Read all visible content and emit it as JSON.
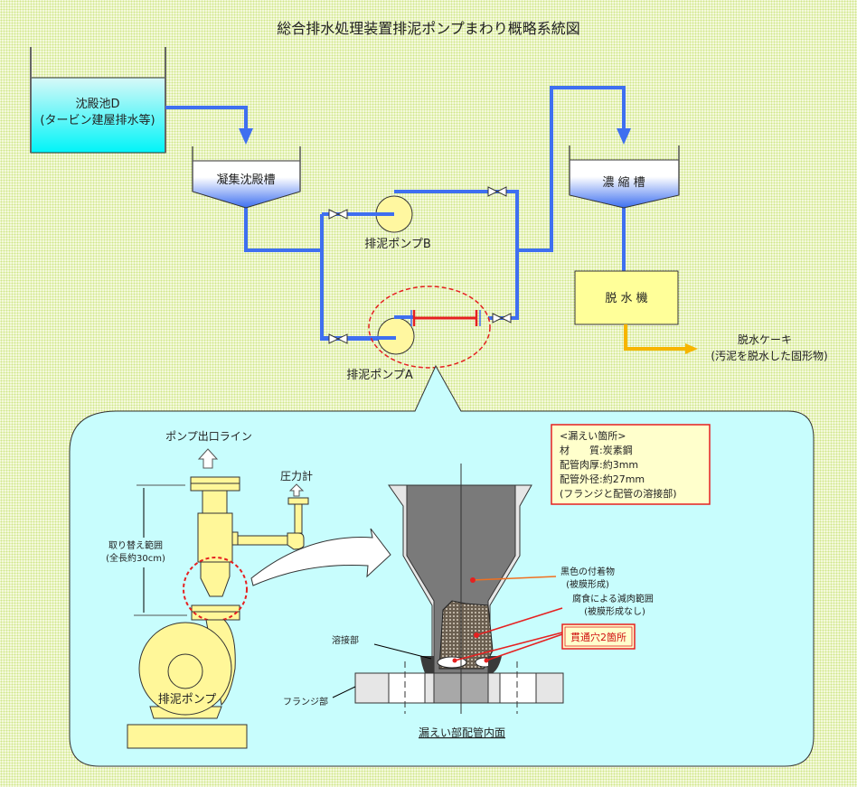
{
  "title": "総合排水処理装置排泥ポンプまわり概略系統図",
  "colors": {
    "pipe": "#3f6ff0",
    "cake_line": "#f7b500",
    "highlight_red": "#e52020",
    "pump_fill": "#fff7a0",
    "detail_bg": "#c8fdfd",
    "note_bg": "#ffffcc"
  },
  "system": {
    "sedimentation_pond": {
      "line1": "沈殿池D",
      "line2": "(タービン建屋排水等)"
    },
    "coagulation_tank": "凝集沈殿槽",
    "thickening_tank": "濃 縮 槽",
    "dewatering_machine": "脱 水 機",
    "pump_a": "排泥ポンプA",
    "pump_b": "排泥ポンプB",
    "cake": {
      "line1": "脱水ケーキ",
      "line2": "(汚泥を脱水した固形物)"
    }
  },
  "detail": {
    "pump_outlet_line": "ポンプ出口ライン",
    "pressure_gauge": "圧力計",
    "replace_range": {
      "line1": "取り替え範囲",
      "line2": "(全長約30cm)"
    },
    "pump_label": "排泥ポンプ",
    "leak_note": {
      "heading": "<漏えい箇所>",
      "material": "材　　質:炭素鋼",
      "wall_thickness": "配管肉厚:約3mm",
      "outer_diameter": "配管外径:約27mm",
      "location": "(フランジと配管の溶接部)"
    },
    "black_deposit": {
      "line1": "黒色の付着物",
      "line2": "(被膜形成)"
    },
    "corrosion": {
      "line1": "腐食による減肉範囲",
      "line2": "(被膜形成なし)"
    },
    "through_holes": "貫通穴2箇所",
    "weld": "溶接部",
    "flange": "フランジ部",
    "section_caption": "漏えい部配管内面"
  }
}
